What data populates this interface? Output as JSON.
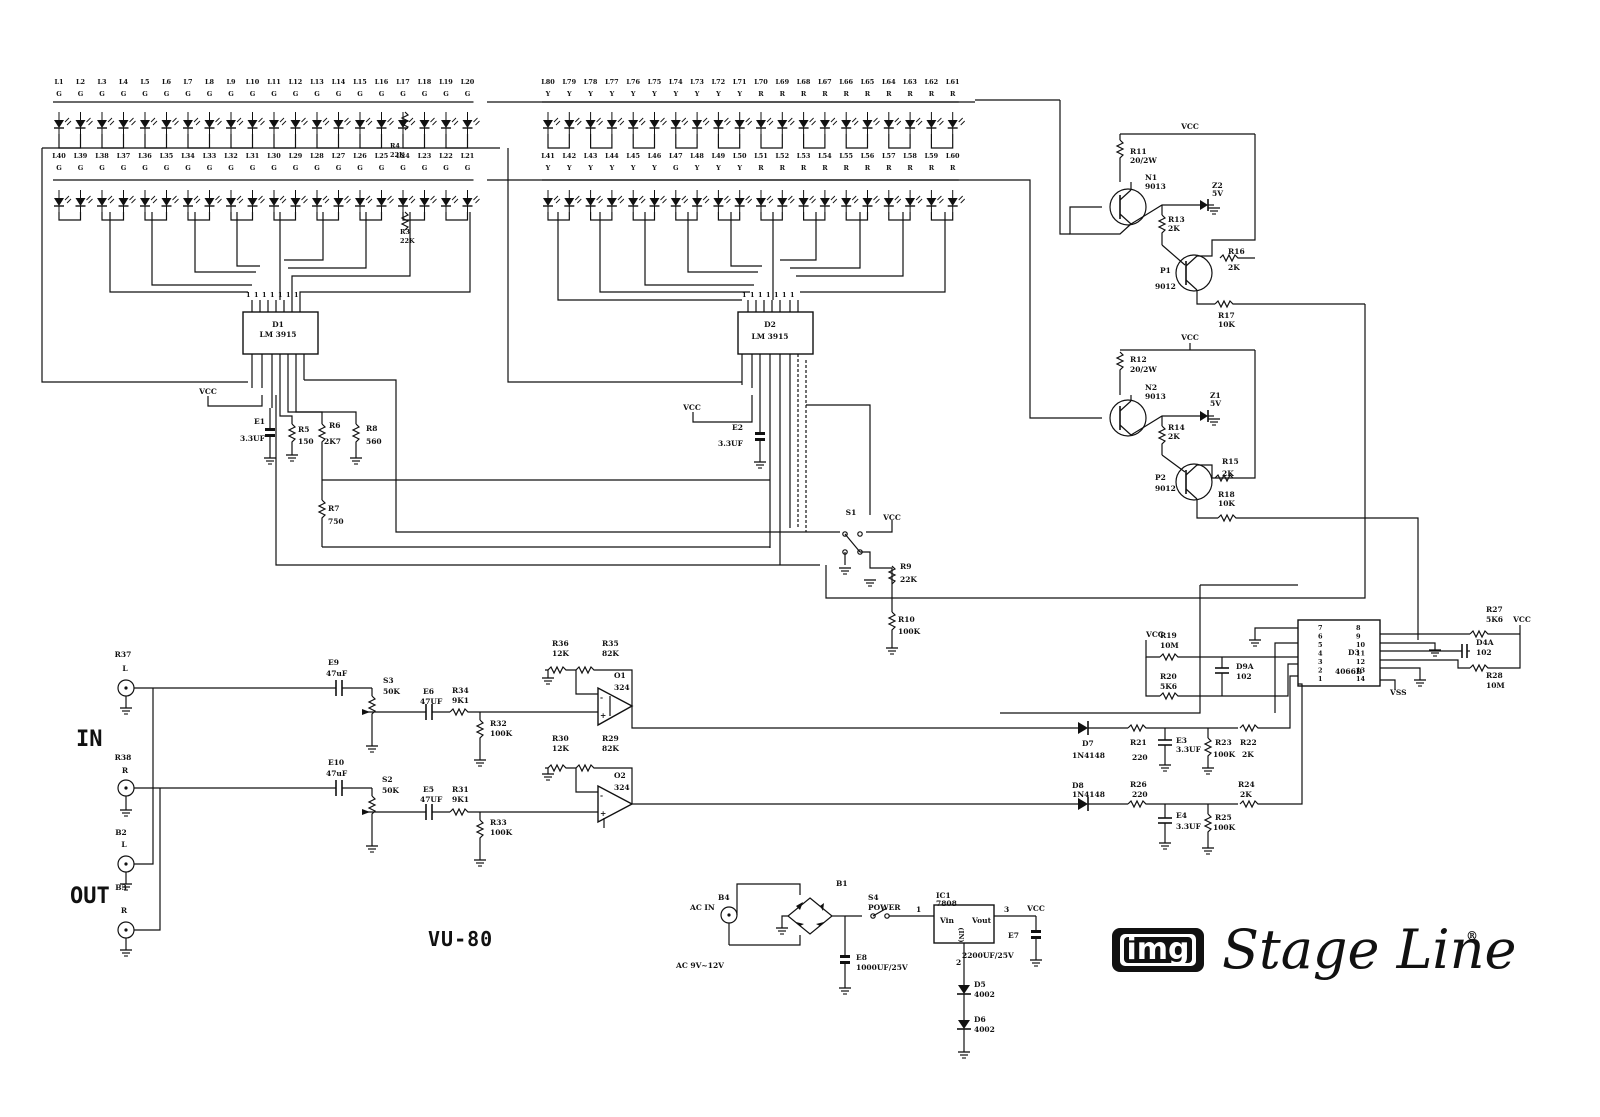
{
  "texts": {
    "in": "IN",
    "out": "OUT",
    "model": "VU-80",
    "brand_logo": "img",
    "brand_name": "Stage Line",
    "registered": "®",
    "vcc": "VCC",
    "vss": "VSS",
    "ac_in": "AC IN",
    "ac_range": "AC 9V~12V",
    "power_switch": "POWER",
    "b1": "B1",
    "b4": "B4",
    "s4": "S4",
    "ic1": "IC1",
    "ic1_part": "7808",
    "vin": "Vin",
    "vout": "Vout",
    "e7": "E7",
    "e7_val": "2200UF/25V",
    "e8": "E8",
    "e8_val": "1000UF/25V",
    "d5": "D5",
    "d5_val": "4002",
    "d6": "D6",
    "d6_val": "4002",
    "r37": "R37",
    "l": "L",
    "r": "R",
    "r38": "R38",
    "b2": "B2",
    "b3": "B3",
    "e9": "E9",
    "e9_val": "47uF",
    "e10": "E10",
    "e10_val": "47uF",
    "s3": "S3",
    "s3_val": "50K",
    "s2": "S2",
    "s2_val": "50K",
    "e6": "E6",
    "e6_val": "47UF",
    "e5": "E5",
    "e5_val": "47UF",
    "r34": "R34",
    "r34_val": "9K1",
    "r31": "R31",
    "r31_val": "9K1",
    "r32": "R32",
    "r32_val": "100K",
    "r33": "R33",
    "r33_val": "100K",
    "r36": "R36",
    "r36_val": "12K",
    "r35": "R35",
    "r35_val": "82K",
    "r30": "R30",
    "r30_val": "12K",
    "r29": "R29",
    "r29_val": "82K",
    "o1": "O1",
    "o2": "O2",
    "op_part": "324",
    "d7": "D7",
    "d8": "D8",
    "diode_part": "1N4148",
    "r21": "R21",
    "r21_val": "220",
    "r26": "R26",
    "r26_val": "220",
    "e3": "E3",
    "e3_val": "3.3UF",
    "e4": "E4",
    "e4_val": "3.3UF",
    "r23": "R23",
    "r23_val": "100K",
    "r25": "R25",
    "r25_val": "100K",
    "r22": "R22",
    "r22_val": "2K",
    "r24": "R24",
    "r24_val": "2K",
    "d1": "D1",
    "d2": "D2",
    "lm": "LM 3915",
    "e1": "E1",
    "e1_val": "3.3UF",
    "e2": "E2",
    "e2_val": "3.3UF",
    "r5": "R5",
    "r5_val": "150",
    "r6": "R6",
    "r6_val": "2K7",
    "r8": "R8",
    "r8_val": "560",
    "r7": "R7",
    "r7_val": "750",
    "r3": "R3",
    "r3_val": "22K",
    "r4": "R4",
    "r4_val": "22K",
    "s1": "S1",
    "r9": "R9",
    "r9_val": "22K",
    "r10": "R10",
    "r10_val": "100K",
    "r11": "R11",
    "r11_val": "20/2W",
    "n1": "N1",
    "n1_part": "9013",
    "z2": "Z2",
    "z_val": "5V",
    "r13": "R13",
    "r13_val": "2K",
    "r16": "R16",
    "r16_val": "2K",
    "p1": "P1",
    "p_part": "9012",
    "r17": "R17",
    "r17_val": "10K",
    "r12": "R12",
    "r12_val": "20/2W",
    "n2": "N2",
    "n2_part": "9013",
    "z1": "Z1",
    "r14": "R14",
    "r14_val": "2K",
    "r15": "R15",
    "r15_val": "2K",
    "p2": "P2",
    "r18": "R18",
    "r18_val": "10K",
    "d3": "D3",
    "d3_part": "4066B",
    "r19": "R19",
    "r19_val": "10M",
    "r20": "R20",
    "r20_val": "5K6",
    "d9a": "D9A",
    "d9a_val": "102",
    "d4a": "D4A",
    "d4a_val": "102",
    "r27": "R27",
    "r27_val": "5K6",
    "r28": "R28",
    "r28_val": "10M"
  },
  "pins_left": [
    "7",
    "6",
    "5",
    "4",
    "3",
    "2",
    "1"
  ],
  "pins_right": [
    "8",
    "9",
    "10",
    "11",
    "12",
    "13",
    "14"
  ],
  "pin_digit": "1",
  "led_bank_1": {
    "top_labels": [
      "L1",
      "L2",
      "L3",
      "L4",
      "L5",
      "L6",
      "L7",
      "L8",
      "L9",
      "L10",
      "L11",
      "L12",
      "L13",
      "L14",
      "L15",
      "L16",
      "L17",
      "L18",
      "L19",
      "L20"
    ],
    "top_colors": [
      "G",
      "G",
      "G",
      "G",
      "G",
      "G",
      "G",
      "G",
      "G",
      "G",
      "G",
      "G",
      "G",
      "G",
      "G",
      "G",
      "G",
      "G",
      "G",
      "G"
    ],
    "bottom_labels": [
      "L40",
      "L39",
      "L38",
      "L37",
      "L36",
      "L35",
      "L34",
      "L33",
      "L32",
      "L31",
      "L30",
      "L29",
      "L28",
      "L27",
      "L26",
      "L25",
      "L24",
      "L23",
      "L22",
      "L21"
    ],
    "bottom_colors": [
      "G",
      "G",
      "G",
      "G",
      "G",
      "G",
      "G",
      "G",
      "G",
      "G",
      "G",
      "G",
      "G",
      "G",
      "G",
      "G",
      "G",
      "G",
      "G",
      "G"
    ]
  },
  "led_bank_2": {
    "top_labels": [
      "L80",
      "L79",
      "L78",
      "L77",
      "L76",
      "L75",
      "L74",
      "L73",
      "L72",
      "L71",
      "L70",
      "L69",
      "L68",
      "L67",
      "L66",
      "L65",
      "L64",
      "L63",
      "L62",
      "L61"
    ],
    "top_colors": [
      "Y",
      "Y",
      "Y",
      "Y",
      "Y",
      "Y",
      "Y",
      "Y",
      "Y",
      "Y",
      "R",
      "R",
      "R",
      "R",
      "R",
      "R",
      "R",
      "R",
      "R",
      "R"
    ],
    "bottom_labels": [
      "L41",
      "L42",
      "L43",
      "L44",
      "L45",
      "L46",
      "L47",
      "L48",
      "L49",
      "L50",
      "L51",
      "L52",
      "L53",
      "L54",
      "L55",
      "L56",
      "L57",
      "L58",
      "L59",
      "L60"
    ],
    "bottom_colors": [
      "Y",
      "Y",
      "Y",
      "Y",
      "Y",
      "Y",
      "G",
      "Y",
      "Y",
      "Y",
      "R",
      "R",
      "R",
      "R",
      "R",
      "R",
      "R",
      "R",
      "R",
      "R"
    ]
  }
}
